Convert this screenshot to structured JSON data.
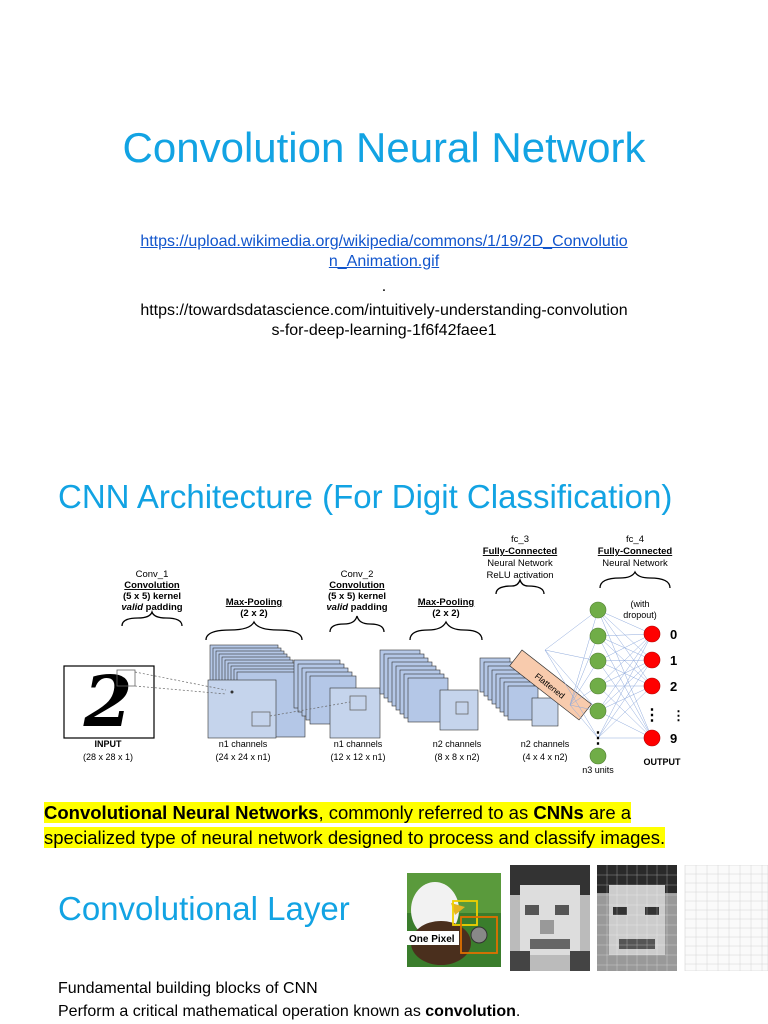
{
  "slide1": {
    "title": "Convolution Neural Network",
    "link1_line1": "https://upload.wikimedia.org/wikipedia/commons/1/19/2D_Convolutio",
    "link1_line2": "n_Animation.gif",
    "dot": ".",
    "link2_line1": "https://towardsdatascience.com/intuitively-understanding-convolution",
    "link2_line2": "s-for-deep-learning-1f6f42faee1"
  },
  "slide2": {
    "title": "CNN Architecture (For Digit Classification)",
    "diagram": {
      "conv1_a": "Conv_1",
      "conv1_b": "Convolution",
      "conv1_c": "(5 x 5) kernel",
      "conv1_d_italic": "valid",
      "conv1_d_rest": " padding",
      "pool1_a": "Max-Pooling",
      "pool1_b": "(2 x 2)",
      "conv2_a": "Conv_2",
      "conv2_b": "Convolution",
      "conv2_c": "(5 x 5) kernel",
      "conv2_d_italic": "valid",
      "conv2_d_rest": " padding",
      "pool2_a": "Max-Pooling",
      "pool2_b": "(2 x 2)",
      "fc3_a": "fc_3",
      "fc3_b": "Fully-Connected",
      "fc3_c": "Neural Network",
      "fc3_d": "ReLU activation",
      "fc4_a": "fc_4",
      "fc4_b": "Fully-Connected",
      "fc4_c": "Neural Network",
      "dropout_a": "(with",
      "dropout_b": "dropout)",
      "flattened": "Flattened",
      "input_a": "INPUT",
      "input_b": "(28 x 28 x 1)",
      "ch1_a": "n1 channels",
      "ch1_b": "(24 x 24 x n1)",
      "ch2_a": "n1 channels",
      "ch2_b": "(12 x 12 x n1)",
      "ch3_a": "n2 channels",
      "ch3_b": "(8 x 8 x n2)",
      "ch4_a": "n2 channels",
      "ch4_b": "(4 x 4 x n2)",
      "n3units": "n3 units",
      "output": "OUTPUT",
      "out0": "0",
      "out1": "1",
      "out2": "2",
      "outdots": "⋮",
      "out9": "9",
      "digit": "2",
      "colors": {
        "layer_fill": "#b4c7e7",
        "neuron_green": "#70ad47",
        "neuron_red": "#ff0000",
        "flatten_fill": "#f8cbad"
      }
    },
    "hl_bold1": "Convolutional Neural Networks",
    "hl_text1": ", commonly referred to as ",
    "hl_bold2": "CNNs",
    "hl_text2": " are a",
    "hl_line2": "specialized type of neural network designed to process and classify images."
  },
  "slide3": {
    "title": "Convolutional Layer",
    "one_pixel": "One Pixel",
    "line1": "Fundamental building blocks of CNN",
    "line2_a": "Perform a critical mathematical operation known  as ",
    "line2_bold": "convolution",
    "line2_end": "."
  }
}
